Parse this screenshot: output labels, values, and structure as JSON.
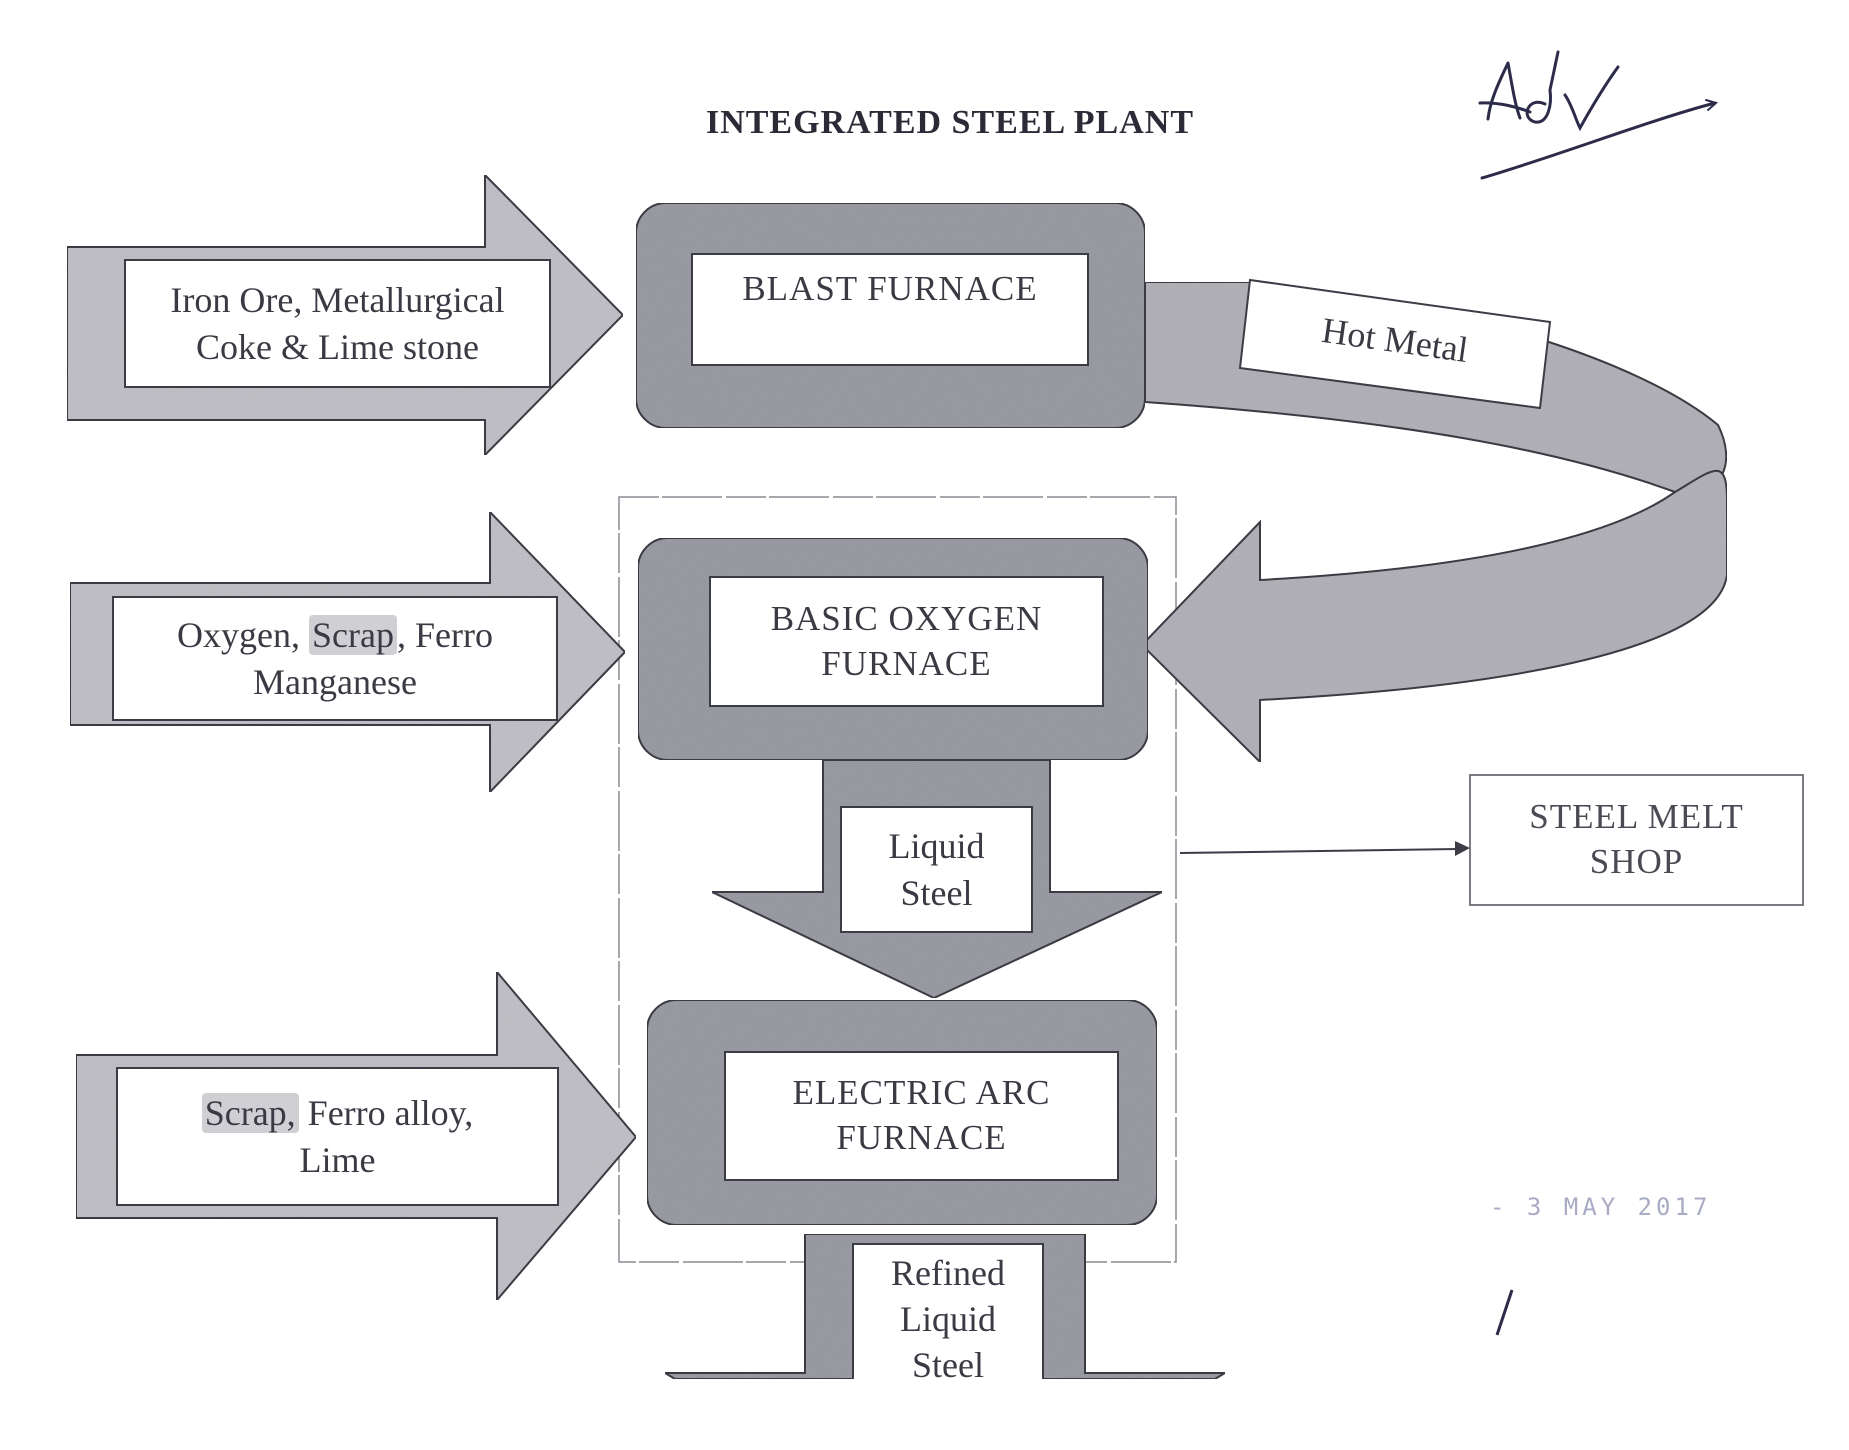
{
  "title": "INTEGRATED STEEL PLANT",
  "colors": {
    "ribbon_fill": "#b4b4bb",
    "furnace_fill": "#9d9da6",
    "arrow_fill": "#c3c3c9",
    "outline": "#3c3c46",
    "text": "#3a3a44",
    "highlight": "#cfcfd4"
  },
  "inputs": [
    {
      "id": "bf-inputs",
      "lines": [
        "Iron Ore, Metallurgical",
        "Coke & Lime stone"
      ],
      "target": "blast-furnace"
    },
    {
      "id": "bof-inputs",
      "pre": "Oxygen, ",
      "highlight": "Scrap",
      "post": ", Ferro",
      "line2": "Manganese",
      "target": "basic-oxygen-furnace"
    },
    {
      "id": "eaf-inputs",
      "pre": "",
      "highlight": "Scrap,",
      "post": " Ferro alloy,",
      "line2": "Lime",
      "target": "electric-arc-furnace"
    }
  ],
  "furnaces": [
    {
      "id": "blast-furnace",
      "label": "BLAST FURNACE"
    },
    {
      "id": "basic-oxygen-furnace",
      "label": "BASIC OXYGEN\nFURNACE"
    },
    {
      "id": "electric-arc-furnace",
      "label": "ELECTRIC ARC\nFURNACE"
    }
  ],
  "flows": [
    {
      "id": "hot-metal",
      "label": "Hot Metal",
      "from": "blast-furnace",
      "to": "basic-oxygen-furnace"
    },
    {
      "id": "liquid-steel",
      "label": "Liquid\nSteel",
      "from": "basic-oxygen-furnace",
      "to": "electric-arc-furnace"
    },
    {
      "id": "refined-liquid-steel",
      "label": "Refined\nLiquid\nSteel",
      "from": "electric-arc-furnace",
      "to": ""
    }
  ],
  "group": {
    "label": "STEEL MELT\nSHOP",
    "members": [
      "basic-oxygen-furnace",
      "electric-arc-furnace"
    ]
  },
  "annotations": {
    "signature": "Adv",
    "stamp": "- 3  MAY  2017"
  }
}
